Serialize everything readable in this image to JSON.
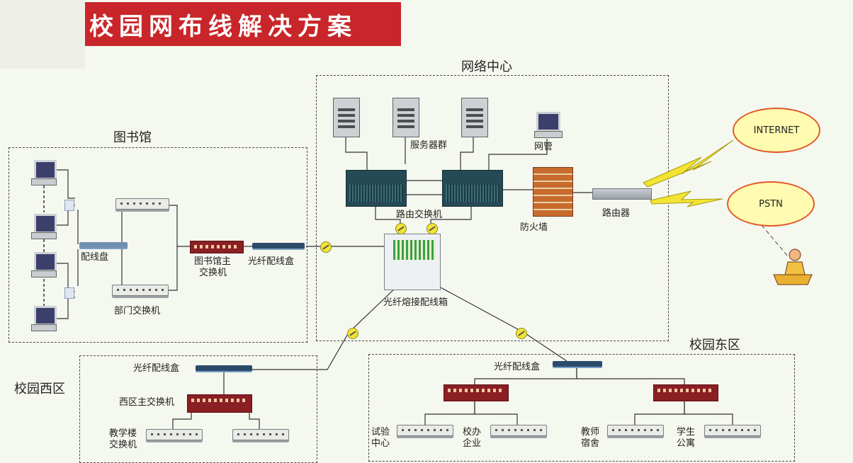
{
  "title": "校园网布线解决方案",
  "zones": {
    "network_center": "网络中心",
    "library": "图书馆",
    "west": "校园西区",
    "east": "校园东区"
  },
  "labels": {
    "server_group": "服务器群",
    "network_mgmt": "网管",
    "router_switch": "路由交换机",
    "firewall": "防火墙",
    "router": "路由器",
    "fiber_fusion_box": "光纤熔接配线箱",
    "patch_panel": "配线盘",
    "library_main_switch_1": "图书馆主",
    "library_main_switch_2": "交换机",
    "fiber_patch_box": "光纤配线盒",
    "dept_switch": "部门交换机",
    "west_fiber_box": "光纤配线盒",
    "west_main_switch": "西区主交换机",
    "teaching_1": "教学楼",
    "teaching_2": "交换机",
    "east_fiber_box": "光纤配线盒",
    "lab_1": "试验",
    "lab_2": "中心",
    "enterprise_1": "校办",
    "enterprise_2": "企业",
    "teacher_1": "教师",
    "teacher_2": "宿舍",
    "student_1": "学生",
    "student_2": "公寓"
  },
  "clouds": {
    "internet": "INTERNET",
    "pstn": "PSTN"
  },
  "colors": {
    "title_bg": "#c8262a",
    "cloud_fill": "#fffbb0",
    "cloud_border": "#e05a2a",
    "lightning": "#f3e433"
  }
}
